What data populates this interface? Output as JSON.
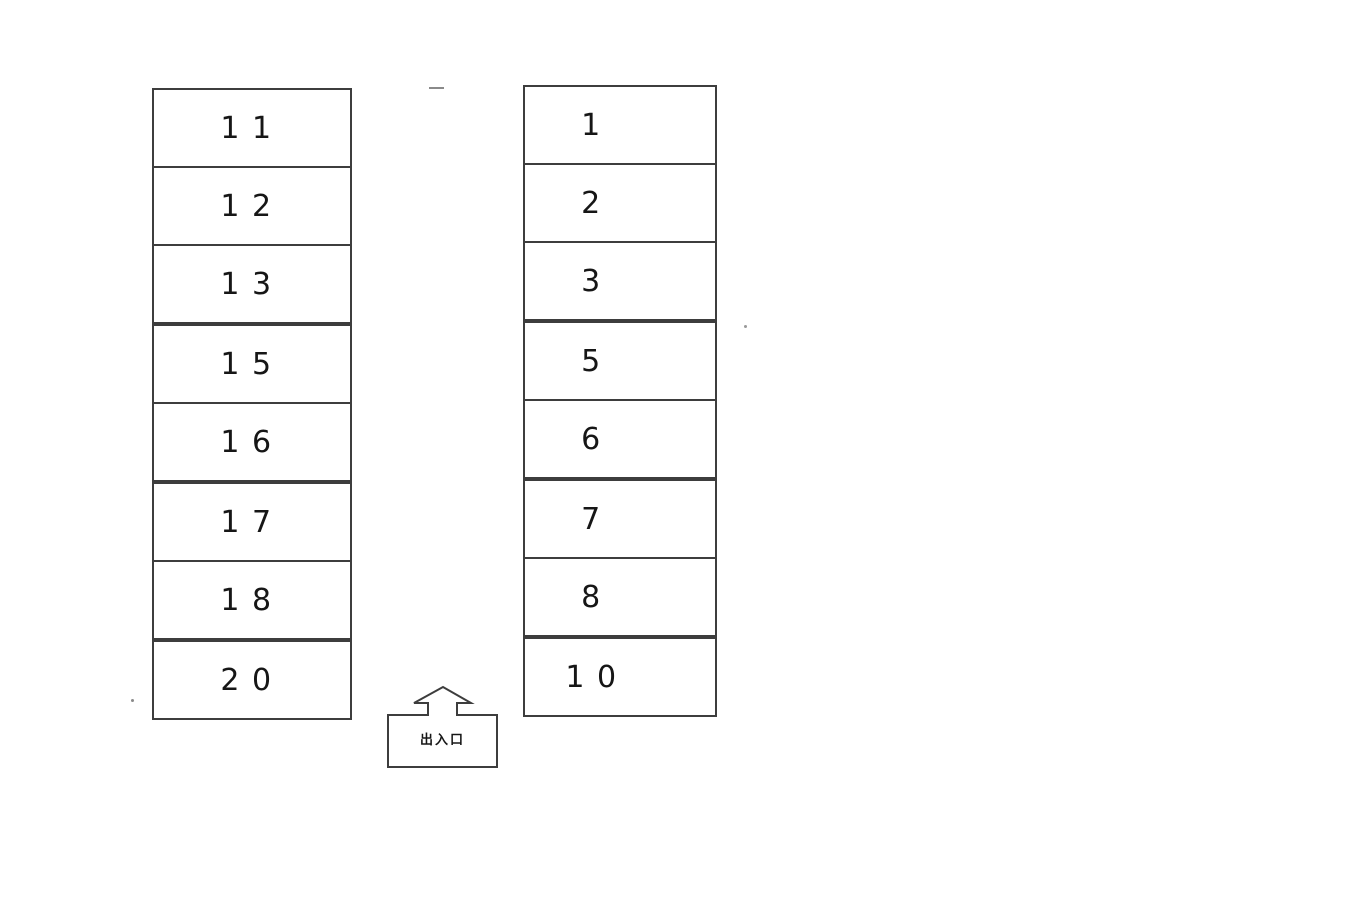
{
  "diagram": {
    "colors": {
      "background": "#ffffff",
      "line": "#3d3d3d",
      "text": "#161616"
    },
    "left_column": {
      "spaces": [
        "11",
        "12",
        "13",
        "15",
        "16",
        "17",
        "18",
        "20"
      ]
    },
    "right_column": {
      "spaces": [
        "1",
        "2",
        "3",
        "5",
        "6",
        "7",
        "8",
        "10"
      ]
    },
    "entrance": {
      "label": "出入口"
    }
  }
}
